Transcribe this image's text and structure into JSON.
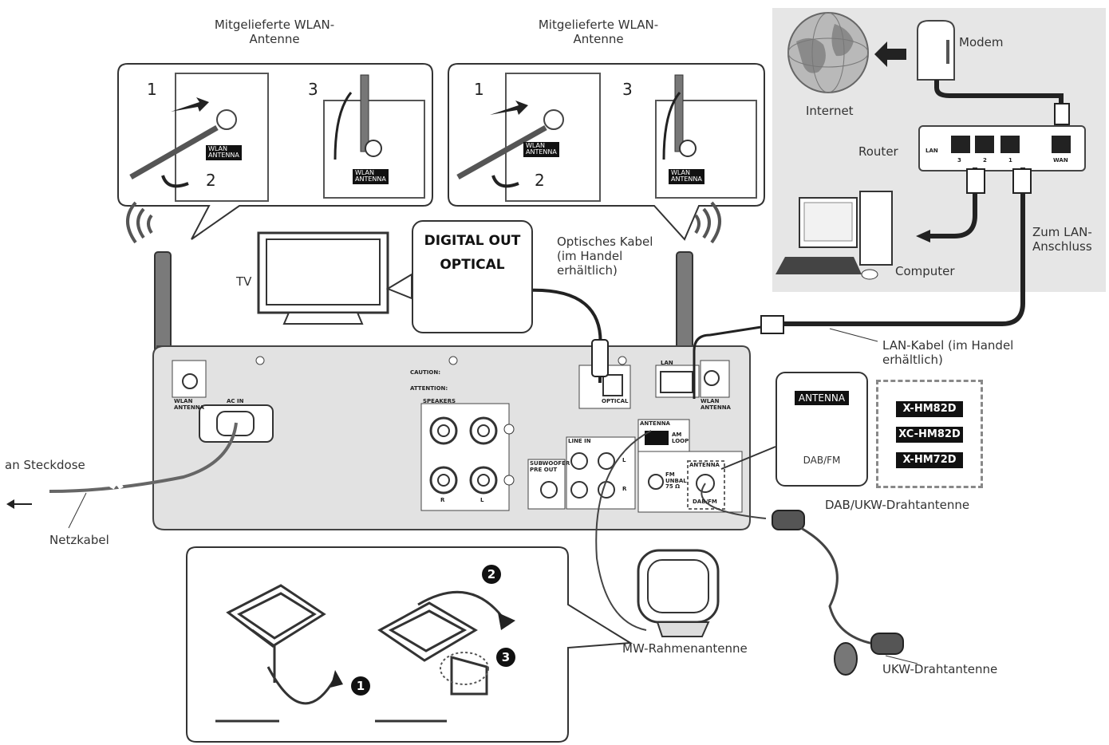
{
  "labels": {
    "wlan_antenna_left": "Mitgelieferte WLAN-\nAntenne",
    "wlan_antenna_right": "Mitgelieferte WLAN-\nAntenne",
    "modem": "Modem",
    "internet": "Internet",
    "router": "Router",
    "computer": "Computer",
    "zum_lan": "Zum LAN-\nAnschluss",
    "lan_cable": "LAN-Kabel (im Handel\nerhältlich)",
    "optical_cable": "Optisches Kabel\n(im Handel\nerhältlich)",
    "tv": "TV",
    "steckdose": "an Steckdose",
    "netzkabel": "Netzkabel",
    "dab_wire": "DAB/UKW-Drahtantenne",
    "mw_antenna": "MW-Rahmenantenne",
    "ukw_antenna": "UKW-Drahtantenne"
  },
  "digital_out": {
    "line1": "DIGITAL OUT",
    "line2": "OPTICAL"
  },
  "antenna_panel": {
    "title": "ANTENNA",
    "sub": "DAB/FM"
  },
  "models": [
    "X-HM82D",
    "XC-HM82D",
    "X-HM72D"
  ],
  "steps": {
    "s1": "1",
    "s2": "2",
    "s3": "3"
  },
  "badges": {
    "b1": "❶",
    "b2": "❷",
    "b3": "❸"
  },
  "router_ports": {
    "lan": "LAN",
    "p3": "3",
    "p2": "2",
    "p1": "1",
    "wan": "WAN"
  },
  "panel_text": {
    "wlan_antenna": "WLAN\nANTENNA",
    "ac_in": "AC IN",
    "speakers": "SPEAKERS",
    "caution": "CAUTION:",
    "attention": "ATTENTION:",
    "subwoofer": "SUBWOOFER\nPRE OUT",
    "line_in": "LINE IN",
    "am_loop": "AM\nLOOP",
    "fm": "FM\nUNBAL\n75 Ω",
    "antenna": "ANTENNA",
    "dab_fm": "DAB/FM",
    "lan": "LAN",
    "optical": "OPTICAL",
    "r": "R",
    "l": "L"
  }
}
